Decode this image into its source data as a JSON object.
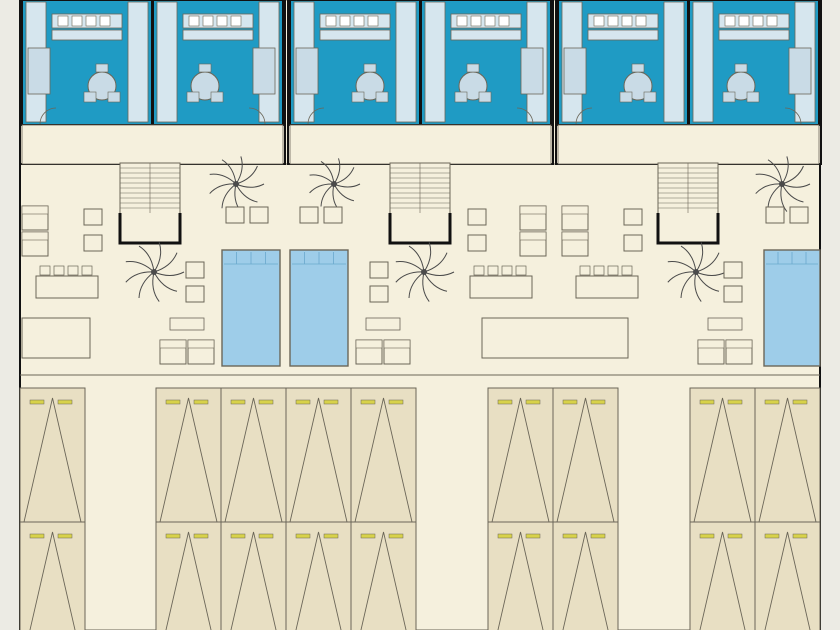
{
  "title": "",
  "colors": {
    "background": "#ecebe4",
    "site": "#f5f0dd",
    "parking": "#e8dfc3",
    "room_blue": "#1f9bc4",
    "room_light": "#d6e6ee",
    "furniture_light": "#c9dbe6",
    "pool": "#9ecde9",
    "wall": "#111111",
    "line": "#6b6658",
    "plant": "#4a4a4a",
    "car_marker": "#d8d24a"
  },
  "icons": {
    "apartment": "apartment-unit",
    "pool": "pool",
    "palm": "palm-tree-icon",
    "stair": "stair-icon",
    "parking": "parking-space",
    "lounger": "sun-lounger",
    "chair": "chair-icon",
    "table": "round-table-icon"
  },
  "blocks": [
    {
      "name": "block-1",
      "apartments": 2,
      "pools": 2
    },
    {
      "name": "block-2",
      "apartments": 2,
      "pools": 0
    },
    {
      "name": "block-3",
      "apartments": 2,
      "pools": 1
    }
  ],
  "parking_rows": 2,
  "parking_groups": [
    {
      "name": "group-a",
      "spaces_per_row": 1
    },
    {
      "name": "group-b",
      "spaces_per_row": 4
    },
    {
      "name": "group-c",
      "spaces_per_row": 2
    },
    {
      "name": "group-d",
      "spaces_per_row": 2
    }
  ]
}
